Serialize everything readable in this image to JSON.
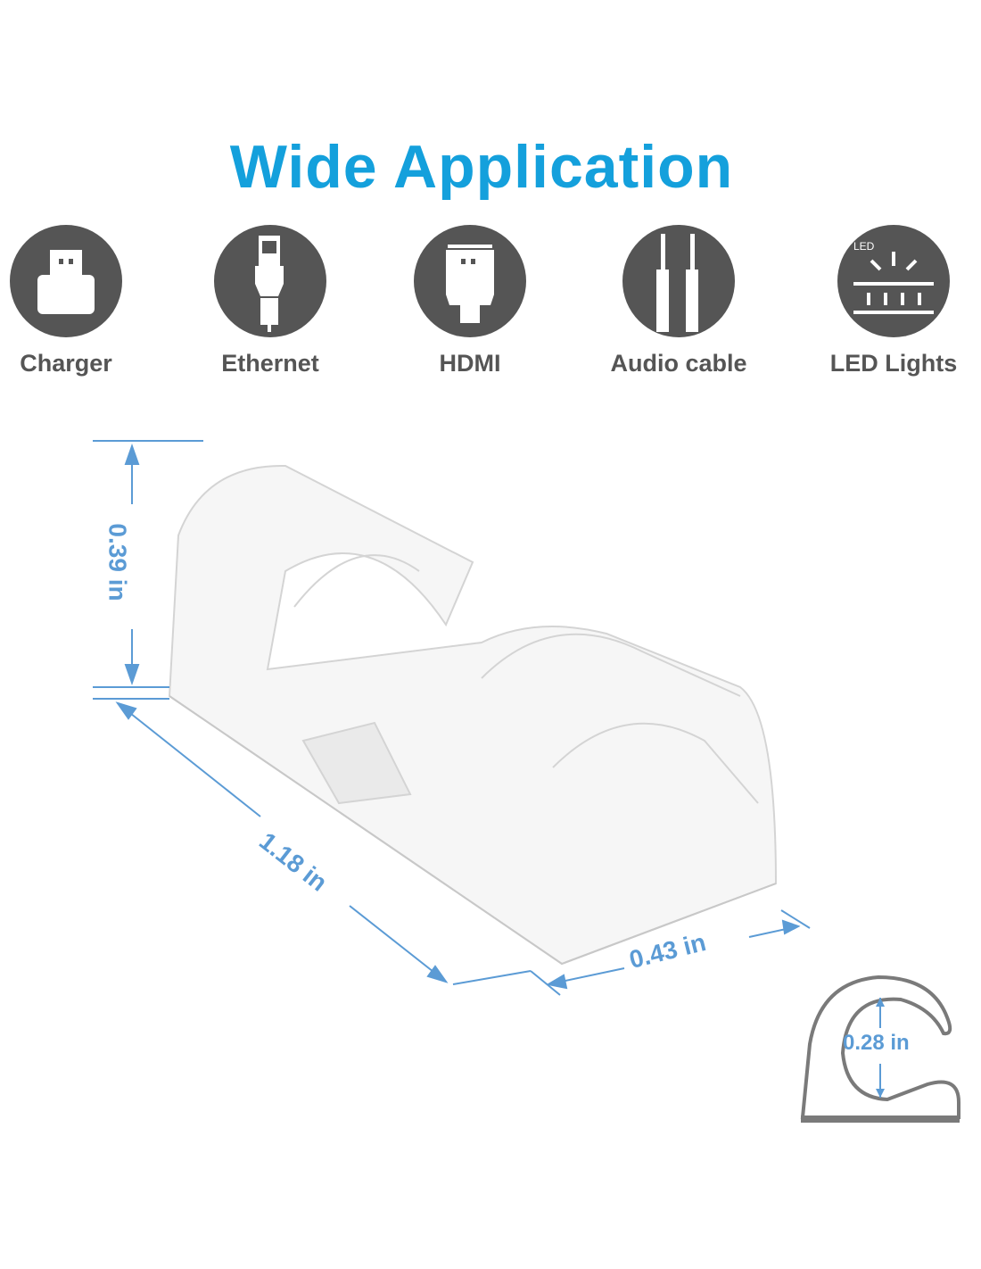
{
  "title": "Wide Application",
  "applications": [
    {
      "label": "Charger",
      "icon": "usb-charger-icon"
    },
    {
      "label": "Ethernet",
      "icon": "ethernet-plug-icon"
    },
    {
      "label": "HDMI",
      "icon": "hdmi-plug-icon"
    },
    {
      "label": "Audio cable",
      "icon": "audio-jack-icon"
    },
    {
      "label": "LED Lights",
      "icon": "led-strip-icon",
      "icon_text": "LED"
    }
  ],
  "dimensions": {
    "height": "0.39 in",
    "length": "1.18 in",
    "width": "0.43 in",
    "inner_diameter": "0.28 in"
  },
  "colors": {
    "accent": "#14a0dc",
    "icon_bg": "#555555",
    "dimension": "#5b9bd5"
  }
}
